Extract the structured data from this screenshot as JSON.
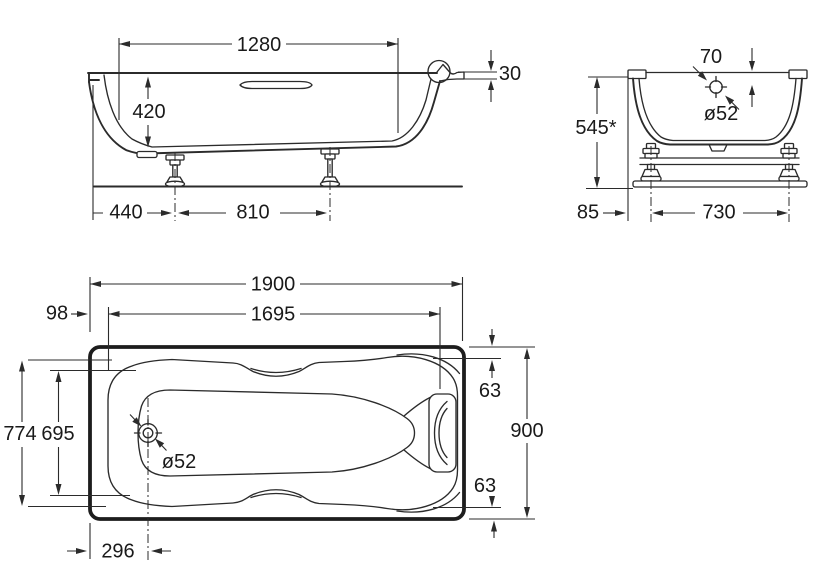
{
  "drawing": {
    "background": "#ffffff",
    "line_color": "#2b2b2b",
    "subject": "bathtub dimensional drawing, three orthographic views",
    "views": {
      "side_view": {
        "labels": {
          "top_length": "1280",
          "depth": "420",
          "rim_thickness": "30",
          "foot_offset": "440",
          "foot_spacing": "810"
        }
      },
      "end_view": {
        "labels": {
          "overflow_offset": "70",
          "overflow_diameter": "ø52",
          "overall_height": "545*",
          "foot_offset": "85",
          "foot_spacing": "730"
        }
      },
      "plan_view": {
        "labels": {
          "overall_length": "1900",
          "ledge_offset": "98",
          "inner_length": "1695",
          "rim_gap_top": "63",
          "overall_width": "900",
          "rim_gap_bottom": "63",
          "outer_width": "774",
          "basin_width": "695",
          "drain_diameter": "ø52",
          "drain_offset": "296"
        }
      }
    }
  }
}
